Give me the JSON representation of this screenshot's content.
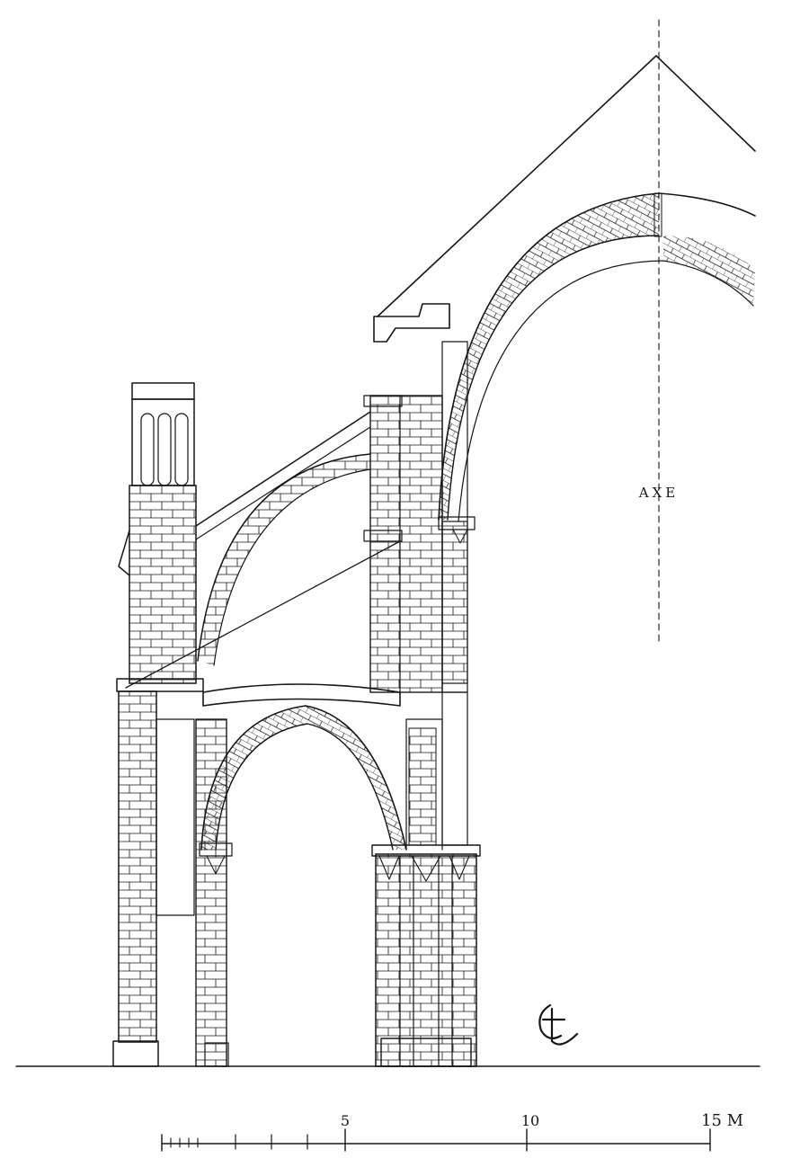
{
  "drawing": {
    "axis_label": "AXE",
    "monogram": "CE",
    "ink_color": "#161616",
    "paper_color": "#ffffff"
  },
  "scale_bar": {
    "tick_labels": [
      "5",
      "10",
      "15 M"
    ],
    "unit": "M"
  }
}
